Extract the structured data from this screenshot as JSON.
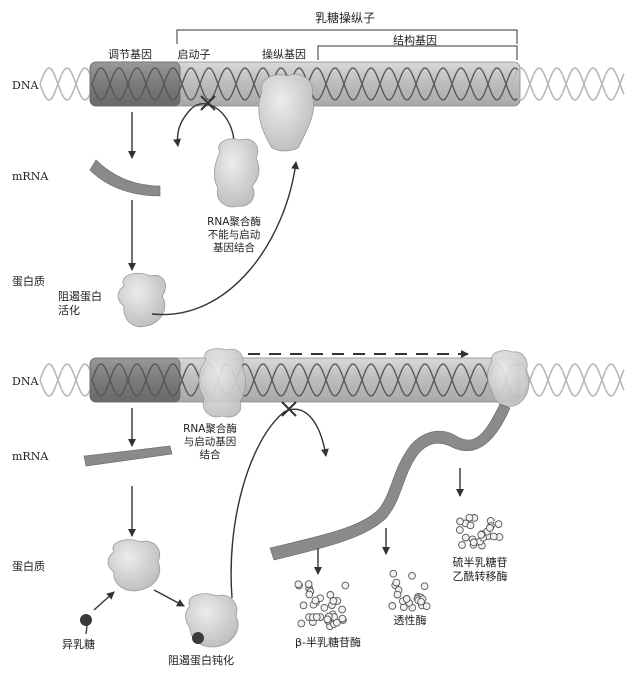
{
  "labels": {
    "operon": "乳糖操纵子",
    "structural_genes": "结构基因",
    "regulator_gene": "调节基因",
    "promoter": "启动子",
    "operator": "操纵基因",
    "dna": "DNA",
    "mrna": "mRNA",
    "protein": "蛋白质",
    "top_rnap_line1": "RNA聚合酶",
    "top_rnap_line2": "不能与启动",
    "top_rnap_line3": "基因结合",
    "repressor_active_line1": "阻遏蛋白",
    "repressor_active_line2": "活化",
    "bottom_rnap_line1": "RNA聚合酶",
    "bottom_rnap_line2": "与启动基因",
    "bottom_rnap_line3": "结合",
    "inducer": "异乳糖",
    "repressor_inactive": "阻遏蛋白钝化",
    "beta_gal": "β-半乳糖苷酶",
    "permease": "透性酶",
    "transacetylase_line1": "硫半乳糖苷",
    "transacetylase_line2": "乙酰转移酶"
  },
  "colors": {
    "cylinder": "#c4c4c4",
    "regulator_region": "#8c8c8c",
    "helix_dark": "#555555",
    "helix_light": "#b8b8b8",
    "protein_blob": "#d2d2d2",
    "mrna_strand": "#8a8a8a",
    "arrow": "#333333"
  }
}
